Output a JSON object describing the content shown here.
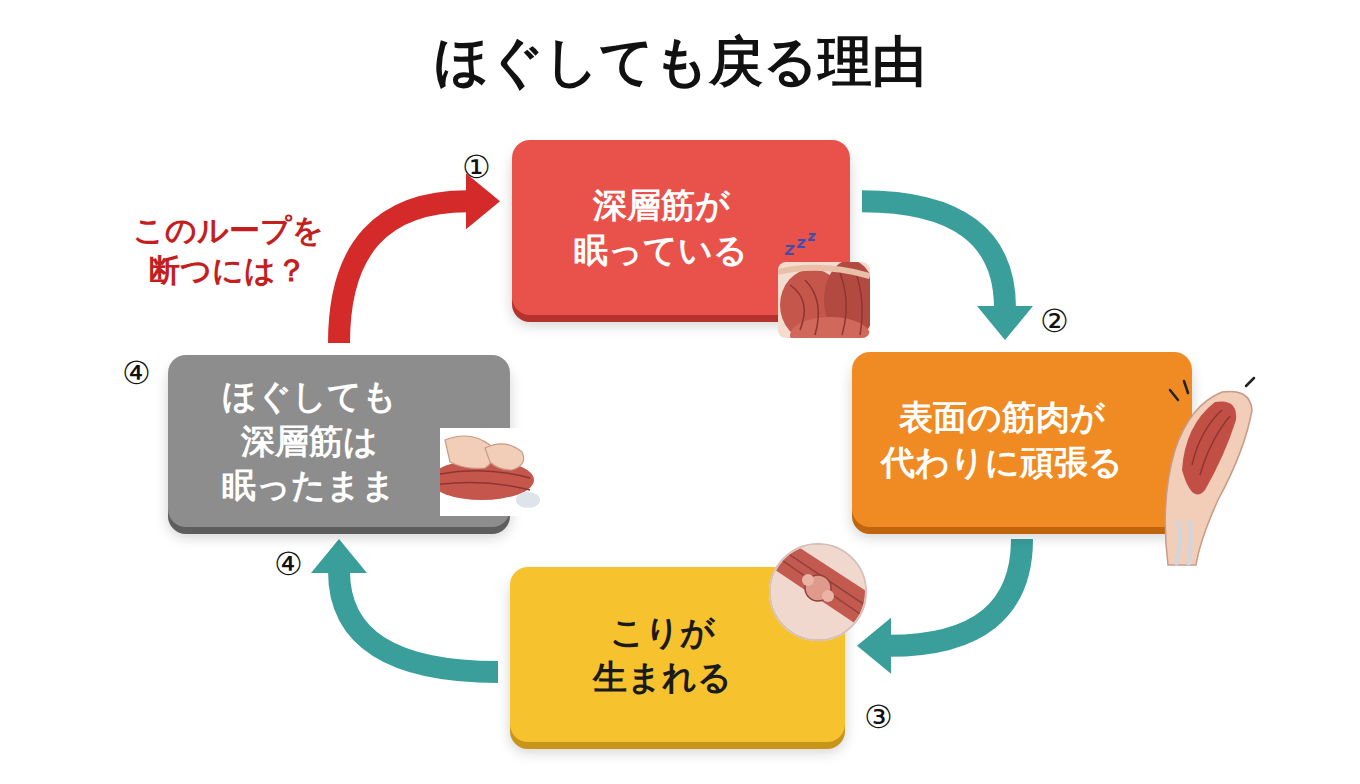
{
  "diagram": {
    "title": "ほぐしても戻る理由",
    "nodes": [
      {
        "text": [
          "深層筋が 眠っている"
        ]
      },
      {
        "text": [
          "表面の筋肉が 代わりに頑張る"
        ]
      },
      {
        "text": [
          "こりが 生まれる"
        ]
      },
      {
        "text": [
          "ほぐしても 深層筋は 眠ったまま"
        ]
      }
    ],
    "edges": [
      {
        "from": 0,
        "to": 1,
        "arrow": "to"
      },
      {
        "from": 1,
        "to": 2,
        "arrow": "to"
      },
      {
        "from": 2,
        "to": 3,
        "arrow": "to"
      },
      {
        "from": 3,
        "to": 0,
        "label": "このループを 断つには？",
        "arrow": "to"
      }
    ],
    "labels": [
      "①",
      "②",
      "③",
      "④",
      "④"
    ]
  }
}
